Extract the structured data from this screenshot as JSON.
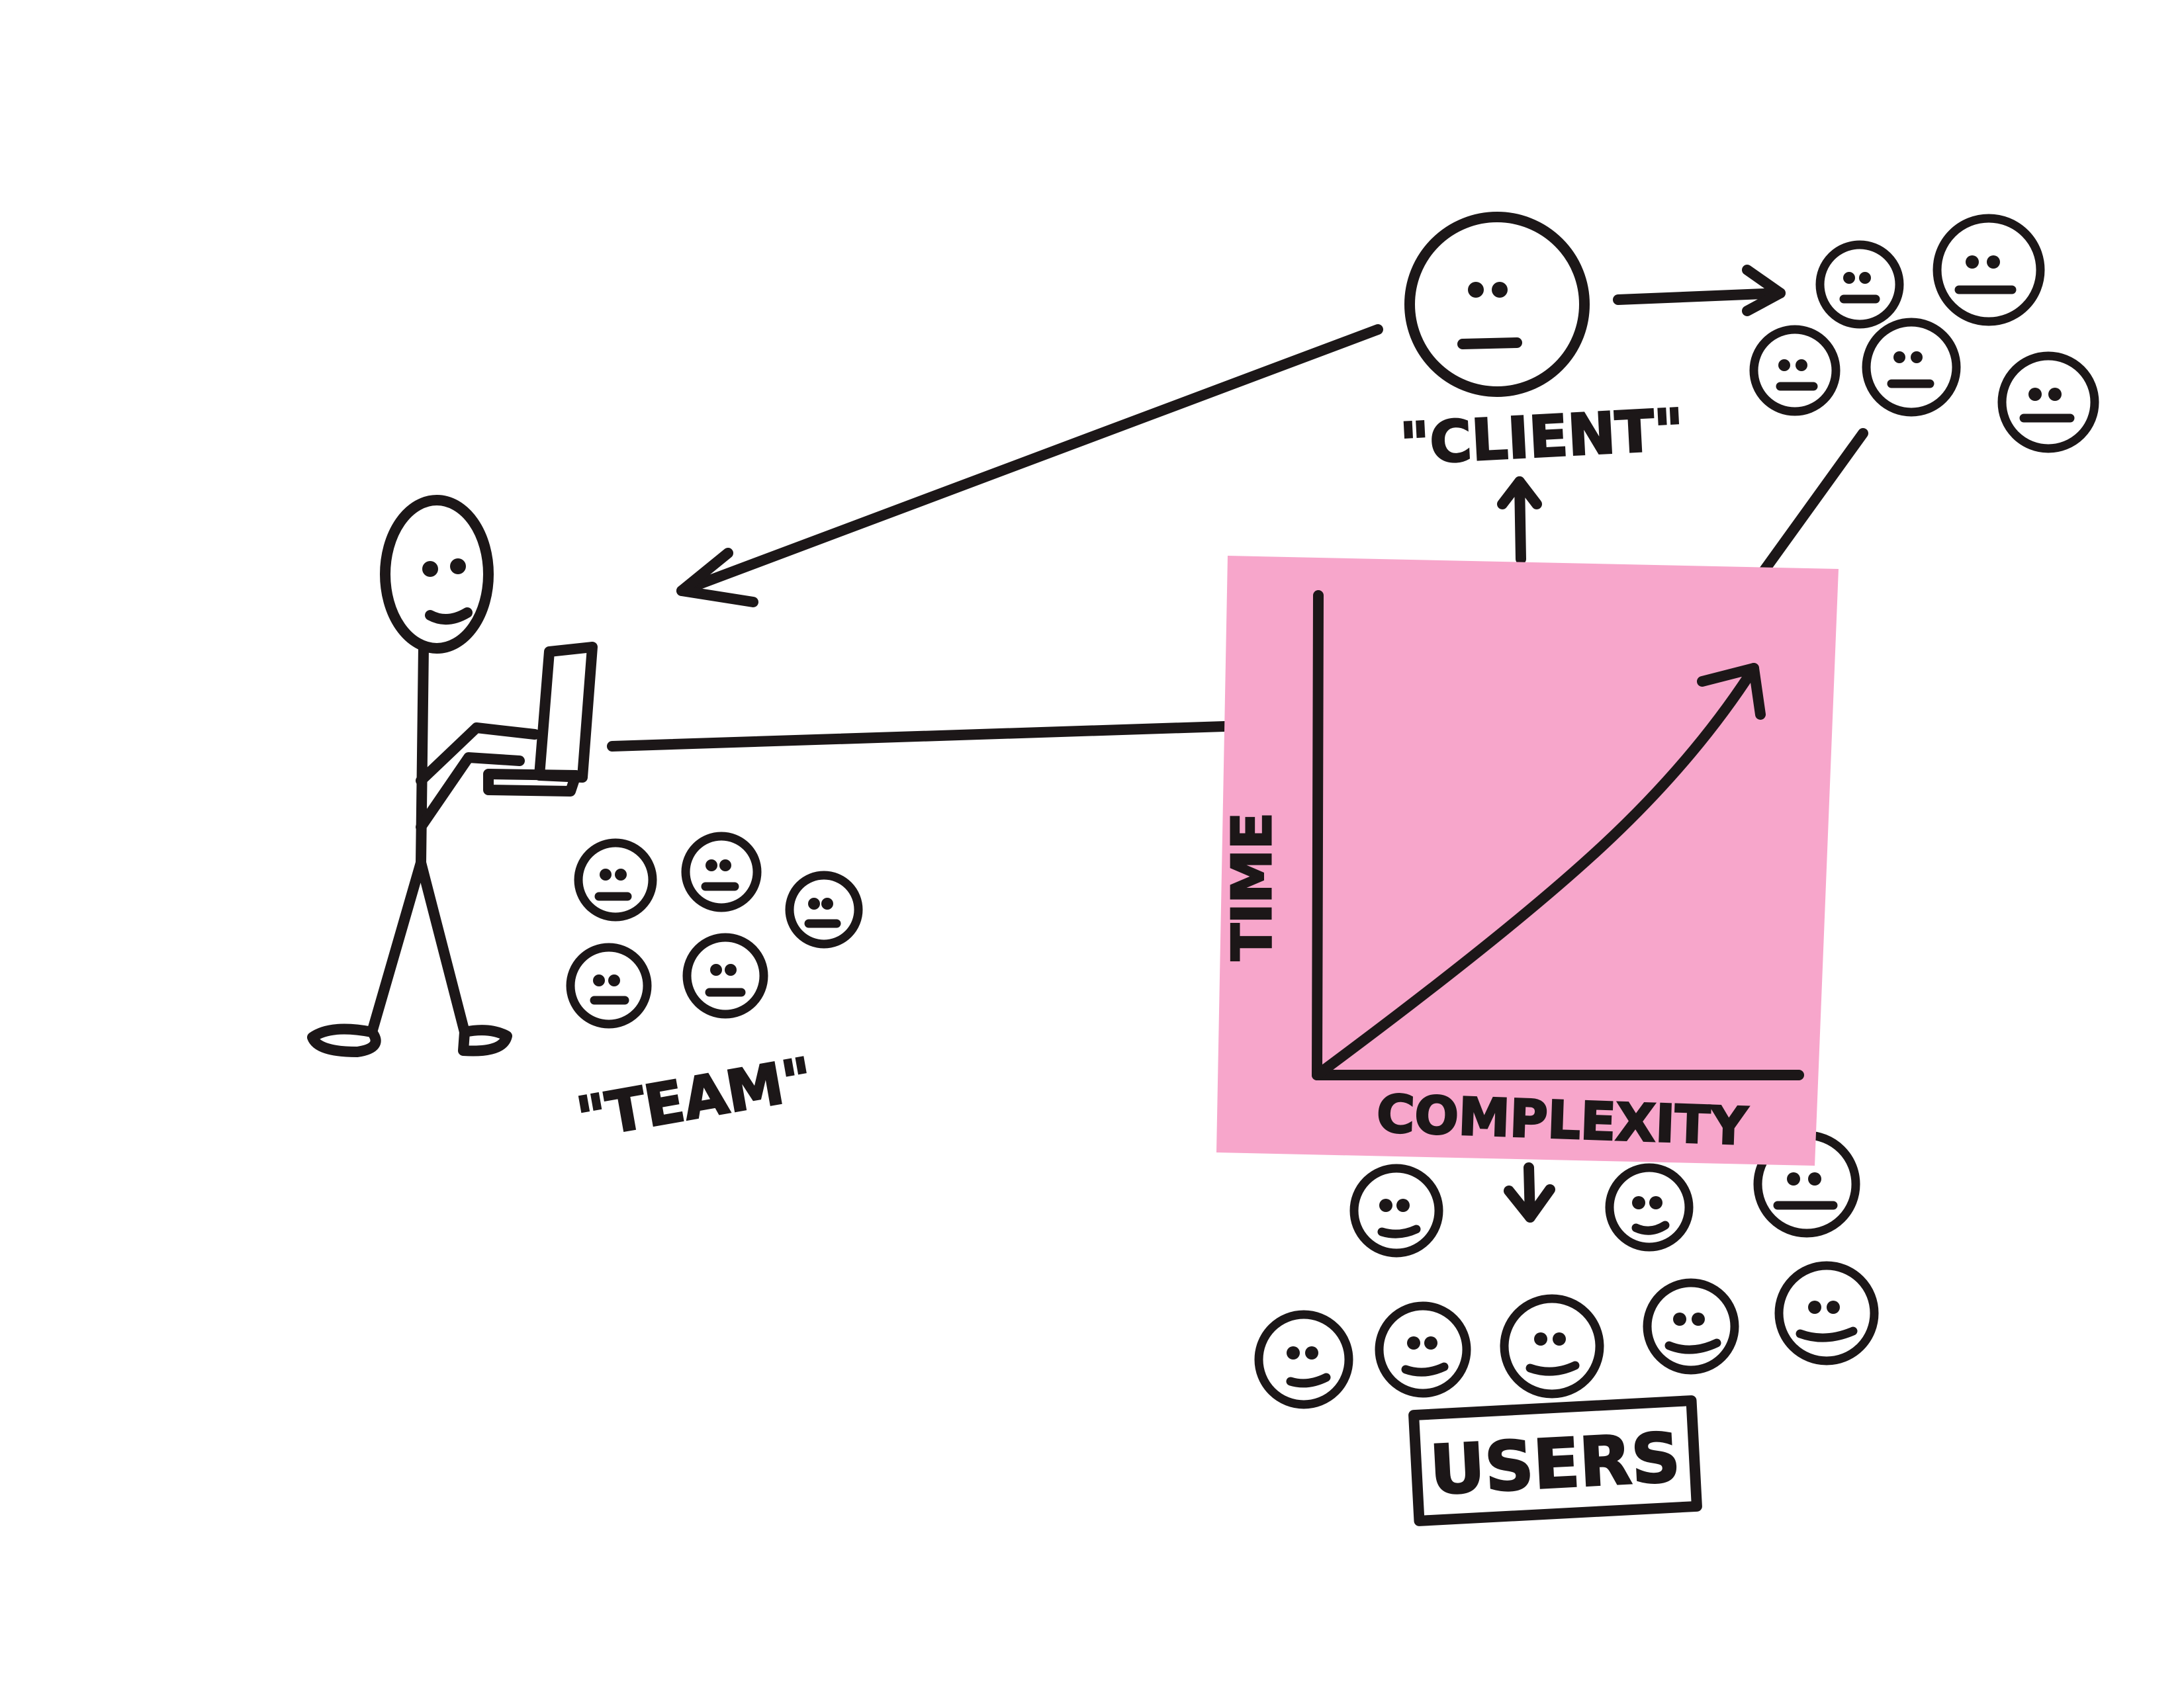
{
  "labels": {
    "client": "\"CLIENT\"",
    "team": "\"TEAM\"",
    "users": "USERS"
  },
  "sticky_note": {
    "color": "#f7a6cb",
    "y_axis_label": "TIME",
    "x_axis_label": "COMPLEXITY",
    "trend": "increasing"
  },
  "icons": {
    "developer": "stick-figure-with-laptop",
    "client": "face",
    "group": "small-faces"
  },
  "colors": {
    "ink": "#1c1718",
    "paper": "#ffffff"
  }
}
